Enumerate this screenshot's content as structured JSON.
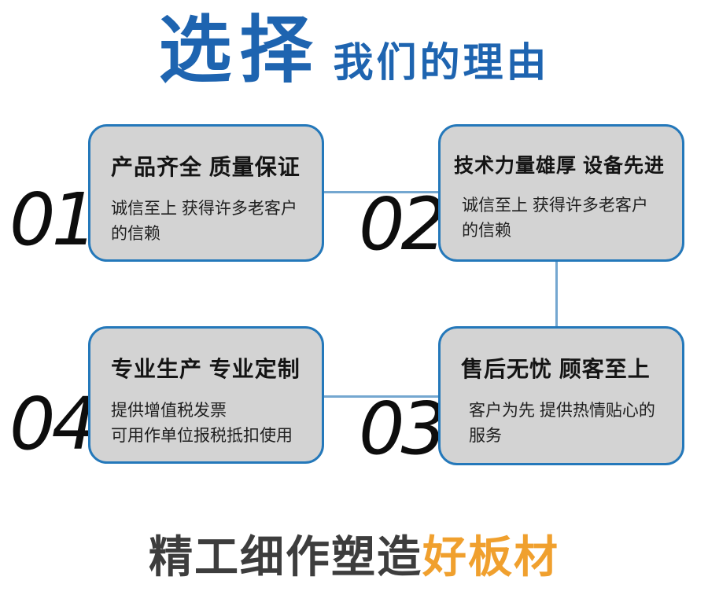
{
  "header": {
    "title_main": "选择",
    "title_sub": "我们的理由"
  },
  "cards": [
    {
      "number": "01",
      "title": "产品齐全 质量保证",
      "body": "诚信至上 获得许多老客户\n的信赖"
    },
    {
      "number": "02",
      "title": "技术力量雄厚 设备先进",
      "body": "诚信至上 获得许多老客户\n的信赖"
    },
    {
      "number": "04",
      "title": "专业生产 专业定制",
      "body": "提供增值税发票\n可用作单位报税抵扣使用"
    },
    {
      "number": "03",
      "title": "售后无忧 顾客至上",
      "body": "客户为先 提供热情贴心的\n服务"
    }
  ],
  "footer": {
    "text_gray": "精工细作塑造",
    "text_orange": "好板材"
  },
  "colors": {
    "accent_blue": "#1e64b0",
    "card_border": "#2478ba",
    "card_background": "#d3d3d3",
    "connector_blue": "#74a7d0",
    "number_black": "#0d0d0d",
    "slogan_gray": "#3d3d3d",
    "slogan_orange": "#f0a02e"
  }
}
